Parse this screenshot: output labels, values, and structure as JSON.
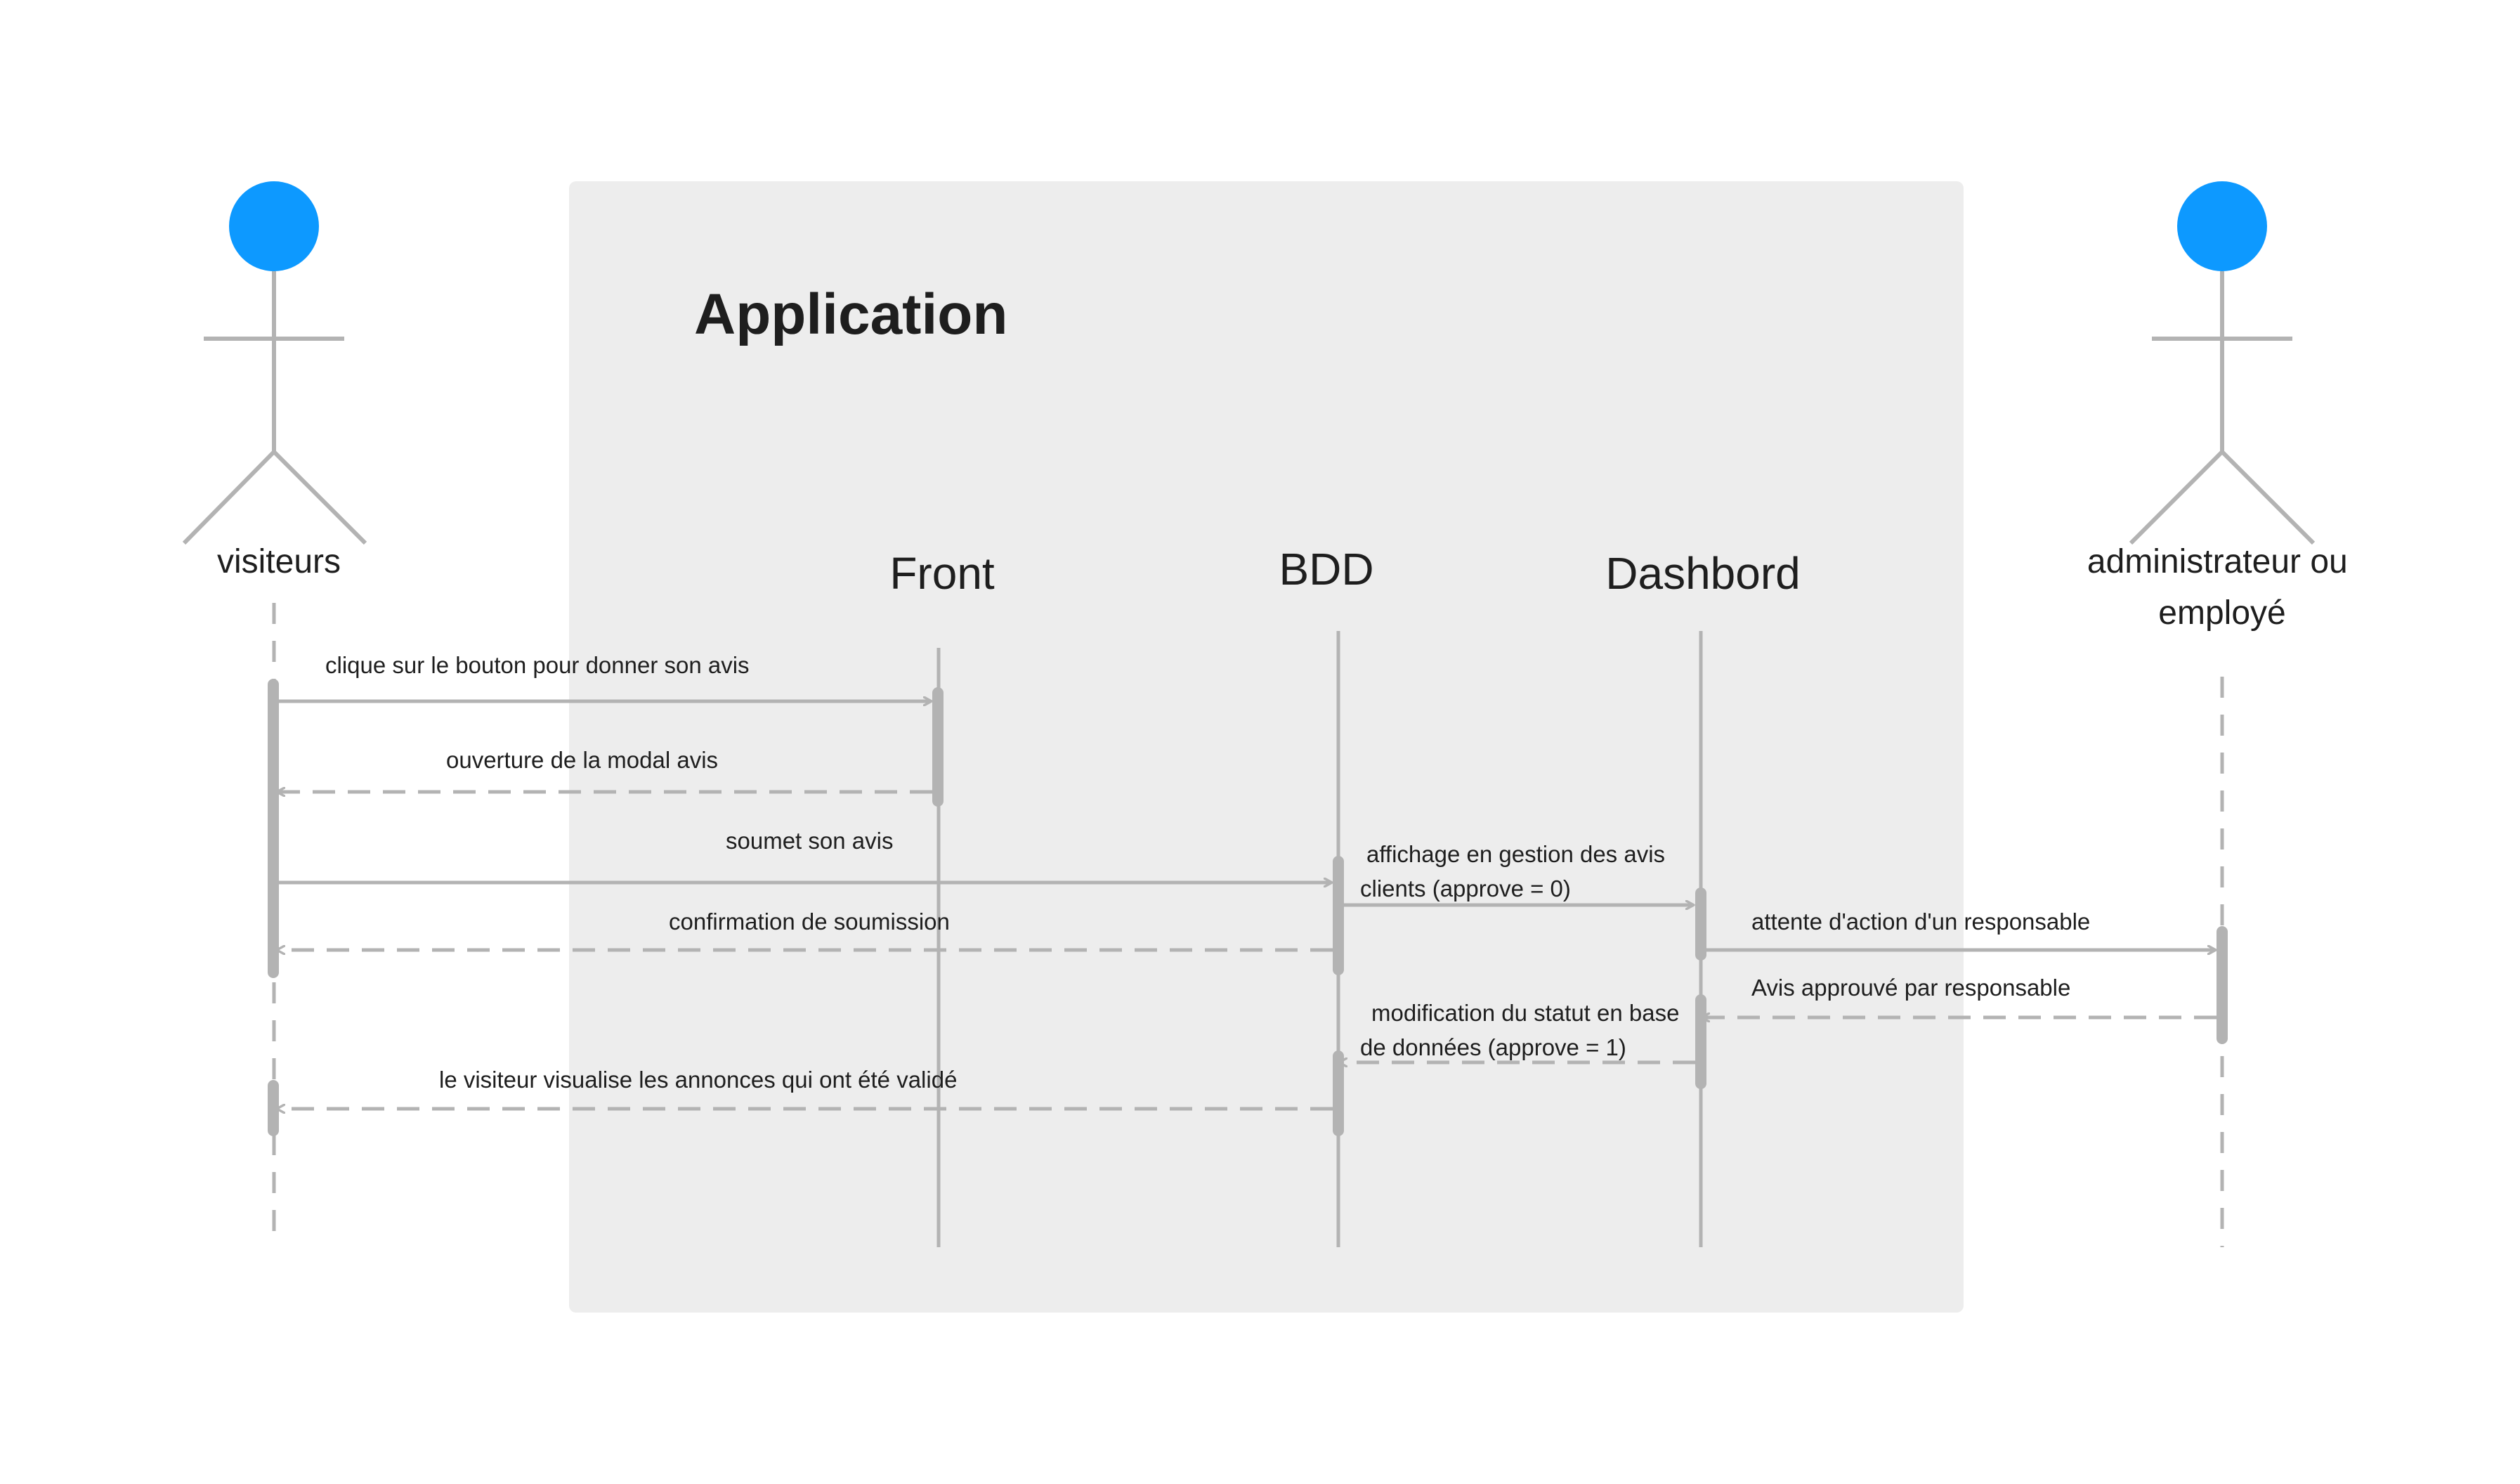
{
  "colors": {
    "actor_head": "#0d99ff",
    "line": "#b3b3b3",
    "frame_fill": "#ededed",
    "text": "#1e1e1e"
  },
  "frame": {
    "title": "Application"
  },
  "actors": [
    {
      "id": "visiteurs",
      "label_lines": [
        "visiteurs"
      ],
      "icon": "stick-figure-icon"
    },
    {
      "id": "admin",
      "label_lines": [
        "administrateur ou",
        "employé"
      ],
      "icon": "stick-figure-icon"
    }
  ],
  "lifelines": [
    {
      "id": "front",
      "label": "Front"
    },
    {
      "id": "bdd",
      "label": "BDD"
    },
    {
      "id": "dashbord",
      "label": "Dashbord"
    }
  ],
  "messages": [
    {
      "from": "visiteurs",
      "to": "front",
      "style": "solid",
      "label_lines": [
        "clique sur le bouton pour donner son avis"
      ]
    },
    {
      "from": "front",
      "to": "visiteurs",
      "style": "dashed",
      "label_lines": [
        "ouverture de la modal avis"
      ]
    },
    {
      "from": "visiteurs",
      "to": "bdd",
      "style": "solid",
      "label_lines": [
        "soumet son avis"
      ]
    },
    {
      "from": "bdd",
      "to": "dashbord",
      "style": "solid",
      "label_lines": [
        "affichage en gestion des avis",
        "clients (approve = 0)"
      ]
    },
    {
      "from": "bdd",
      "to": "visiteurs",
      "style": "dashed",
      "label_lines": [
        "confirmation de soumission"
      ]
    },
    {
      "from": "dashbord",
      "to": "admin",
      "style": "solid",
      "label_lines": [
        "attente d'action d'un responsable"
      ]
    },
    {
      "from": "admin",
      "to": "dashbord",
      "style": "dashed",
      "label_lines": [
        "Avis approuvé par responsable"
      ]
    },
    {
      "from": "dashbord",
      "to": "bdd",
      "style": "dashed",
      "label_lines": [
        "modification du statut en base",
        "de données (approve = 1)"
      ]
    },
    {
      "from": "bdd",
      "to": "visiteurs",
      "style": "dashed",
      "label_lines": [
        "le visiteur visualise les annonces qui ont été validé"
      ]
    }
  ]
}
